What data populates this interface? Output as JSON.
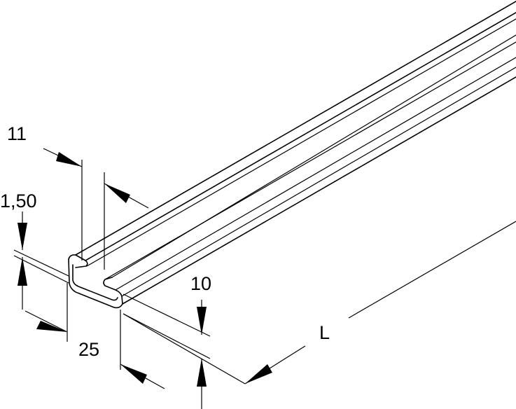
{
  "dimensions": {
    "width_top": "11",
    "thickness": "1,50",
    "height": "10",
    "width_base": "25",
    "length": "L"
  },
  "colors": {
    "line": "#000000",
    "background": "#ffffff"
  }
}
